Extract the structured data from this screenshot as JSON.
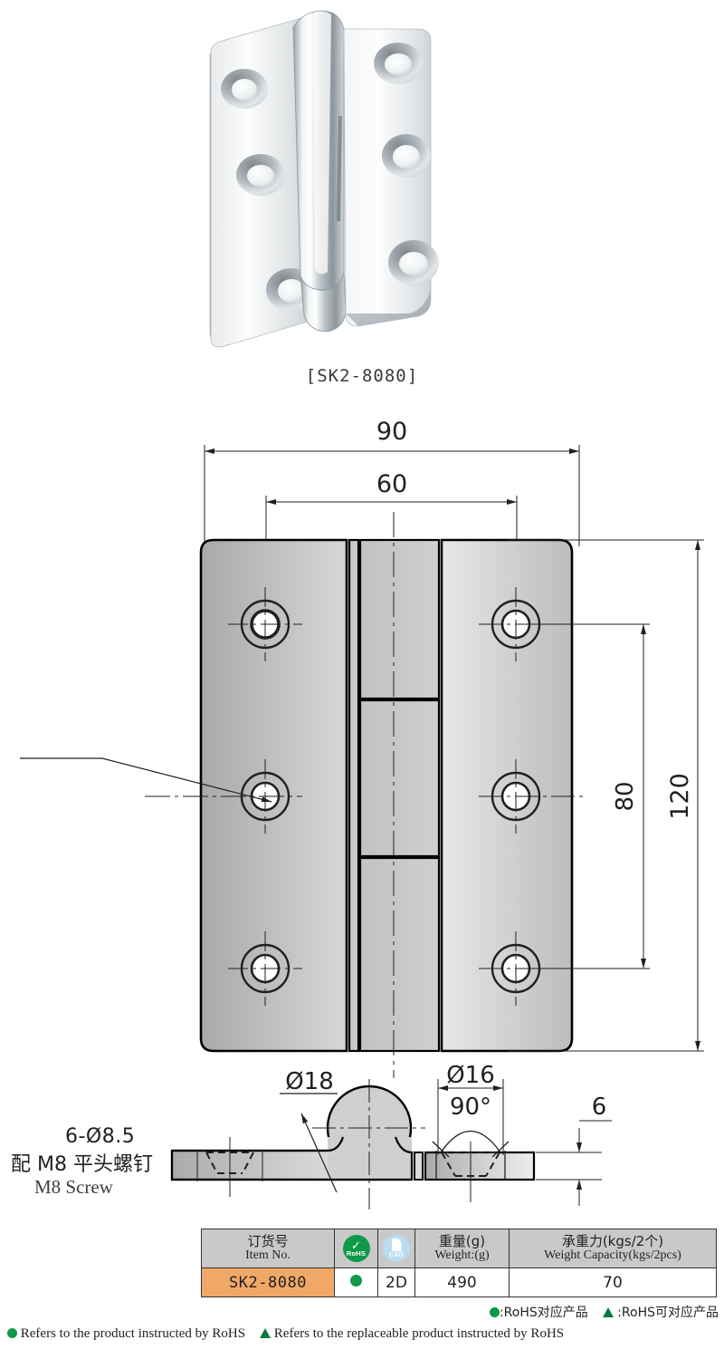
{
  "product": {
    "photo_caption": "[SK2-8080]",
    "photo_alt": "stainless-steel-hinge-photo"
  },
  "drawing": {
    "dimensions": {
      "overall_width": "90",
      "hole_pitch_width": "60",
      "overall_height": "120",
      "hole_pitch_height": "80",
      "knuckle_diameter": "Ø18",
      "countersink_diameter": "Ø16",
      "countersink_angle": "90°",
      "plate_thickness": "6"
    },
    "callout": {
      "hole_spec": "6-Ø8.5",
      "screw_cn": "配 M8 平头螺钉",
      "screw_en": "M8 Screw"
    }
  },
  "table": {
    "headers": [
      {
        "cn": "订货号",
        "en": "Item No."
      },
      {
        "cn": "",
        "en": "",
        "icon": "rohs-icon",
        "icon_label": "RoHS"
      },
      {
        "cn": "",
        "en": "",
        "icon": "cad-icon",
        "icon_label": "CAD"
      },
      {
        "cn": "重量(g)",
        "en": "Weight:(g)"
      },
      {
        "cn": "承重力(kgs/2个)",
        "en": "Weight Capacity(kgs/2pcs)"
      }
    ],
    "rows": [
      {
        "item_no": "SK2-8080",
        "rohs": "green-dot-icon",
        "cad": "2D",
        "weight": "490",
        "capacity": "70"
      }
    ]
  },
  "legend": {
    "cn_circle": ":RoHS对应产品",
    "cn_triangle": ":RoHS可对应产品",
    "en_circle": "Refers to the product instructed by RoHS",
    "en_triangle": "Refers to the replaceable product instructed by RoHS"
  },
  "colors": {
    "model_row": "#f0a868",
    "header_bg": "#c9c9c9",
    "rohs_green": "#0f9a4a",
    "cad_blue": "#b9dcf2",
    "line": "#231f20"
  }
}
